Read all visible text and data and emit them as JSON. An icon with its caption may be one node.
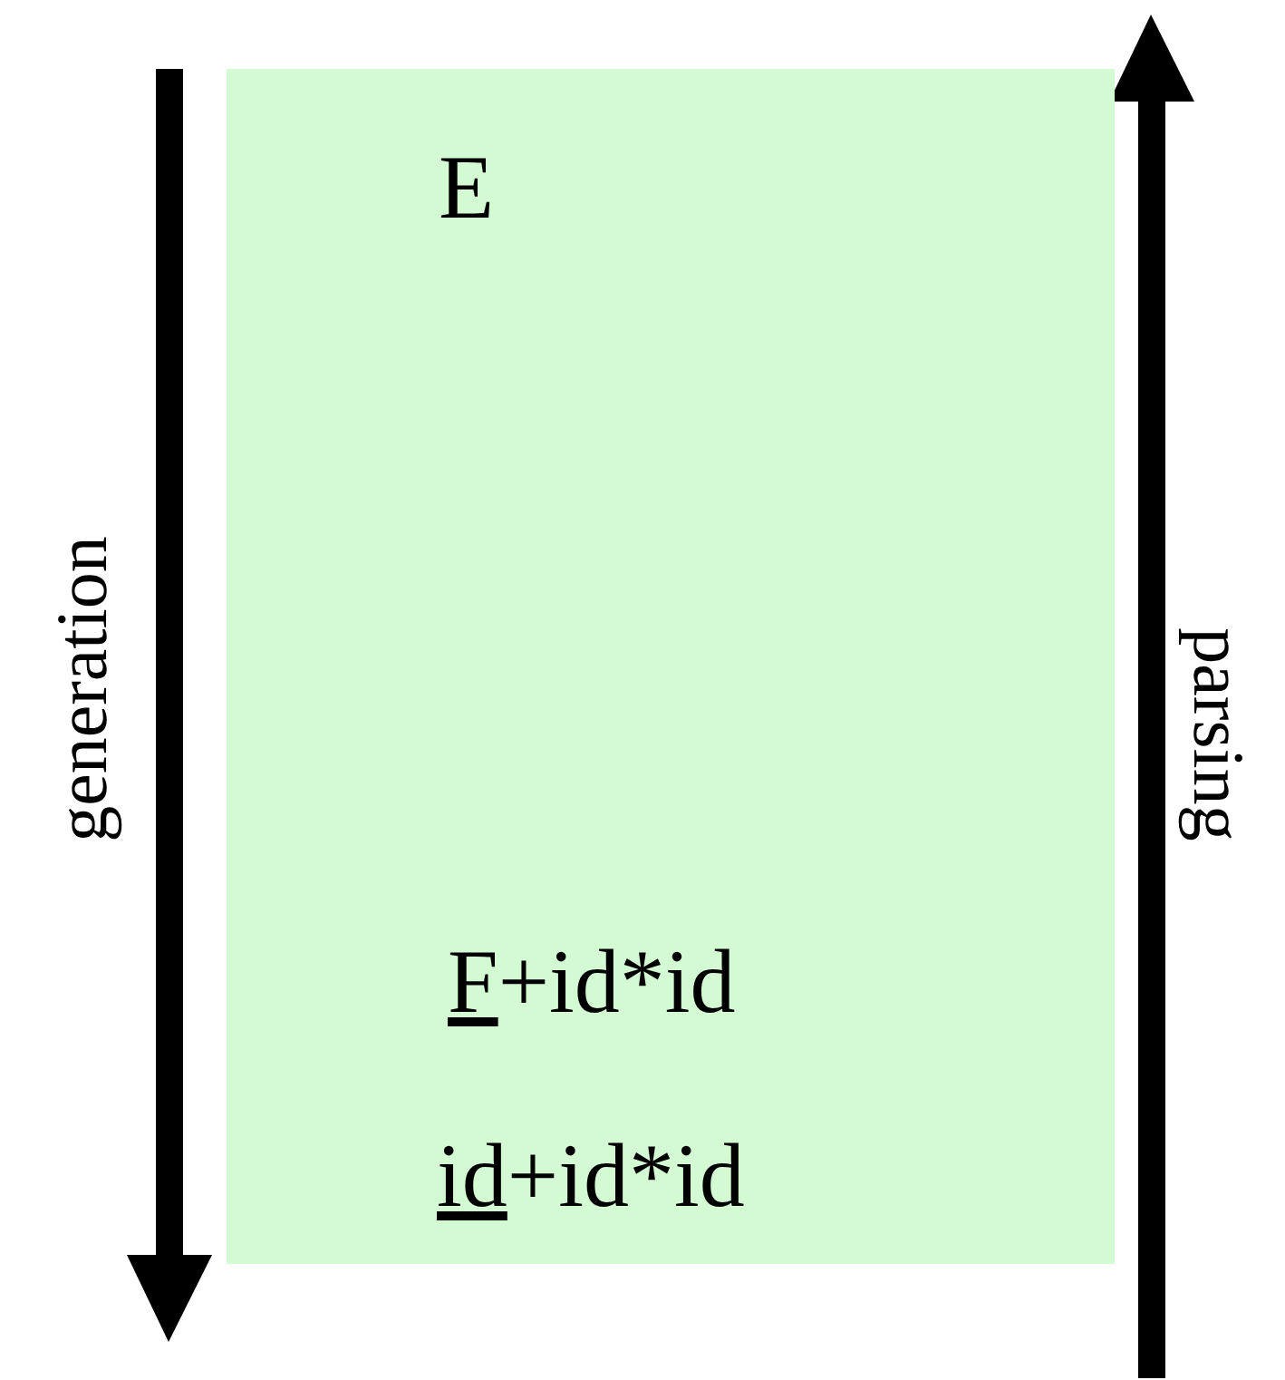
{
  "diagram": {
    "nodes": [
      {
        "text": [
          "E",
          "F+id*id",
          "id+id*id"
        ]
      }
    ],
    "edges": [],
    "labels": [
      "generation",
      "parsing"
    ]
  }
}
